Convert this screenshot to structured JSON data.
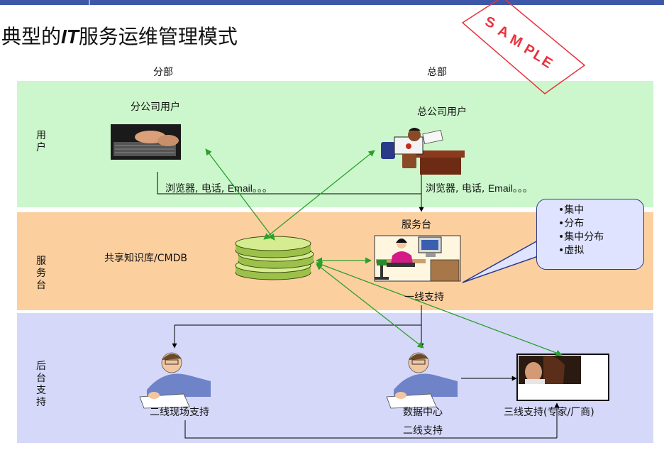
{
  "title": {
    "text": "典型的",
    "it": "IT",
    "rest": "服务运维管理模式"
  },
  "watermark": {
    "letters": [
      "S",
      "A",
      "M",
      "P",
      "L",
      "E"
    ],
    "color": "#e8323c"
  },
  "columns": {
    "branch": "分部",
    "hq": "总部"
  },
  "bands": {
    "user": {
      "label": "用户",
      "color": "#ccf7cc"
    },
    "desk": {
      "label": "服务台",
      "color": "#fccf9f"
    },
    "back": {
      "label": "后台支持",
      "color": "#d5d8f8"
    }
  },
  "nodes": {
    "branch_user": "分公司用户",
    "hq_user": "总公司用户",
    "branch_channels": {
      "cn": "浏览器, 电话, ",
      "email": "Email",
      "dots": "。。。"
    },
    "hq_channels": {
      "cn": "浏览器, 电话, ",
      "email": "Email",
      "dots": "。。。"
    },
    "knowledge_base": {
      "cn": "共享知识库/",
      "en": "CMDB"
    },
    "service_desk": "服务台",
    "first_line": "一线支持",
    "second_line_onsite": "二线现场支持",
    "data_center": "数据中心",
    "second_line": "二线支持",
    "third_line": {
      "pre": "三线支持",
      "paren_open": "(",
      "mid": "专家/厂商",
      "paren_close": ")"
    }
  },
  "callout_items": [
    "集中",
    "分布",
    "集中分布",
    "虚拟"
  ],
  "colors": {
    "connector": "#2aa02a",
    "flow": "#000000",
    "topbar": "#3d57a8"
  }
}
